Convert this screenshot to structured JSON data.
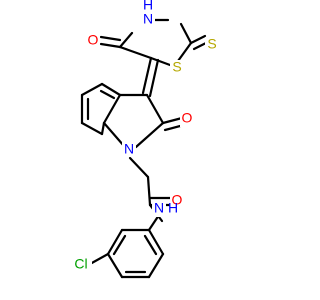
{
  "molecule": {
    "atoms": {
      "oxygen_thiazolidinone": "O",
      "nh_thiazolidinone": "N",
      "h_thiazolidinone": "H",
      "sulfur_thione": "S",
      "sulfur_ring": "S",
      "oxygen_oxindole": "O",
      "nitrogen_oxindole": "N",
      "oxygen_amide": "O",
      "nitrogen_amide": "N",
      "h_amide": "H",
      "chlorine": "Cl"
    },
    "colors": {
      "oxygen": "#ff0000",
      "nitrogen": "#0000ff",
      "sulfur": "#b5a800",
      "chlorine": "#00a000",
      "bond": "#000000"
    }
  }
}
